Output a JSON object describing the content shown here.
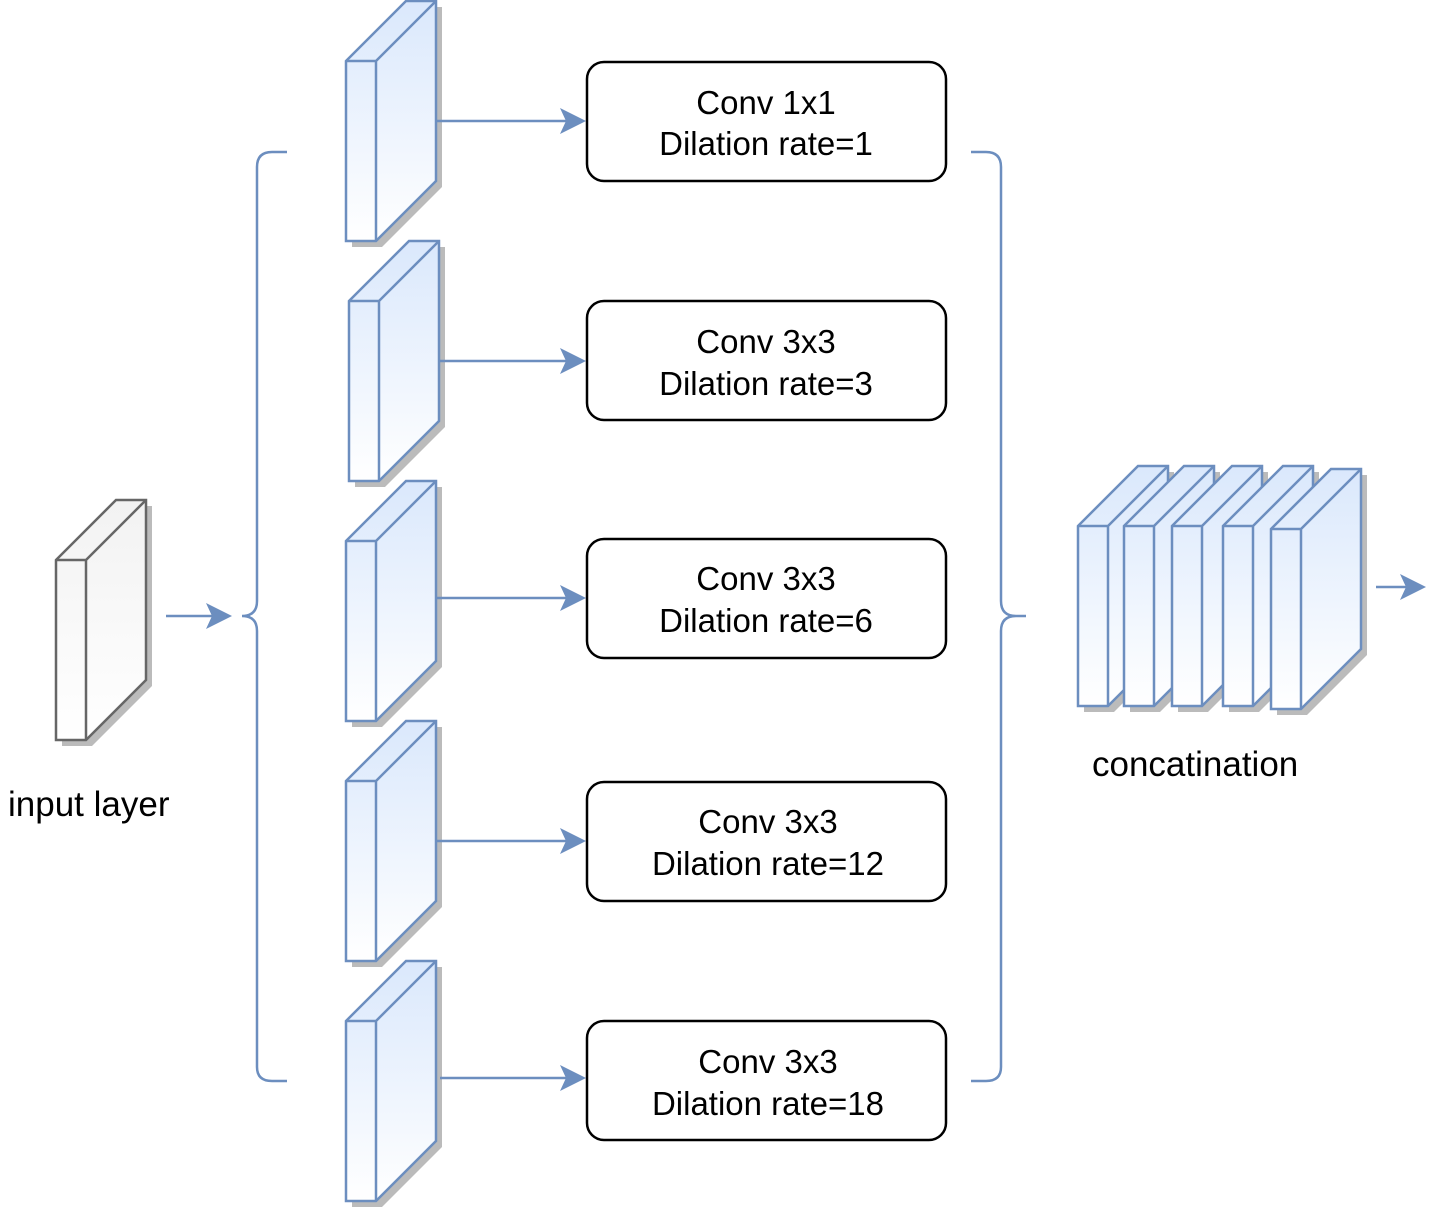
{
  "input": {
    "label": "input layer"
  },
  "branches": [
    {
      "line1": "Conv 1x1",
      "line2": "Dilation rate=1"
    },
    {
      "line1": "Conv 3x3",
      "line2": "Dilation rate=3"
    },
    {
      "line1": "Conv 3x3",
      "line2": "Dilation rate=6"
    },
    {
      "line1": "Conv 3x3",
      "line2": "Dilation rate=12"
    },
    {
      "line1": "Conv 3x3",
      "line2": "Dilation rate=18"
    }
  ],
  "output": {
    "label": "concatination"
  },
  "colors": {
    "edge": "#6c8ebf",
    "feature_map_fill_top": "#dae8fc",
    "feature_map_fill_bottom": "#ffffff",
    "input_map_fill": "#f5f5f5",
    "input_map_stroke": "#666666",
    "shadow": "#bbbbbb",
    "box_stroke": "#000000"
  }
}
